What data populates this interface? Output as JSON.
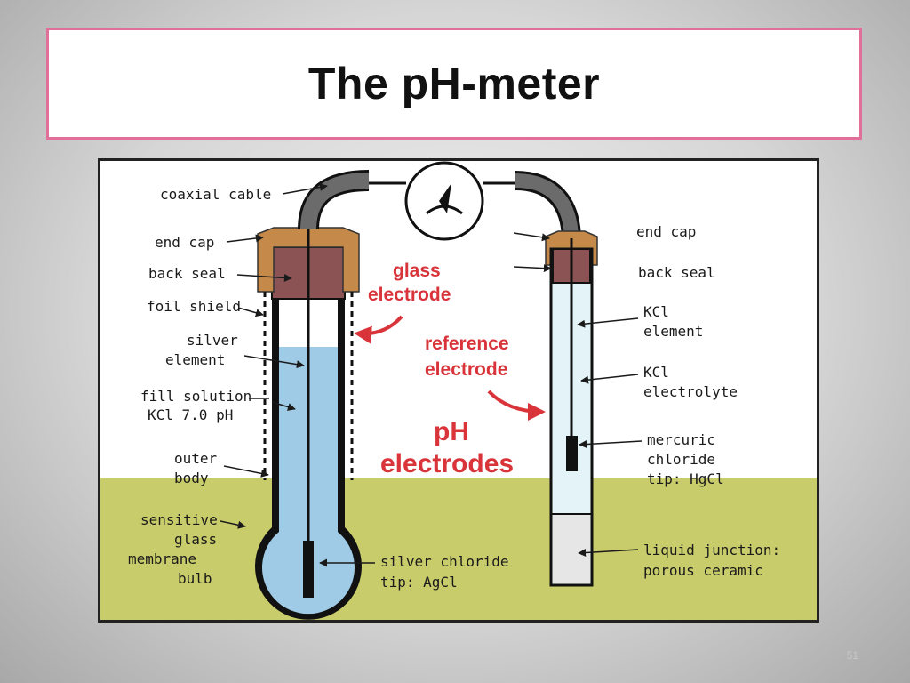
{
  "slide": {
    "title": "The pH-meter",
    "number": "51"
  },
  "colors": {
    "title_border": "#e0709a",
    "panel_border": "#222222",
    "upper_bg": "#ffffff",
    "ground": "#c9cc6a",
    "fill_solution": "#9fcbe6",
    "kcl_light": "#e3f3f8",
    "back_seal": "#8b5353",
    "end_cap": "#c58a4a",
    "cable": "#6b6b6b",
    "accent_red": "#d8343a"
  },
  "diagram": {
    "glass_labels": {
      "coaxial_cable": "coaxial cable",
      "end_cap": "end cap",
      "back_seal": "back seal",
      "foil_shield": "foil shield",
      "silver_1": "silver",
      "silver_2": "element",
      "fill_1": "fill solution",
      "fill_2": "KCl 7.0 pH",
      "outer_1": "outer",
      "outer_2": "body",
      "sensitive_1": "sensitive",
      "sensitive_2": "glass",
      "sensitive_3": "membrane",
      "sensitive_4": "bulb",
      "silver_chloride_1": "silver chloride",
      "silver_chloride_2": "tip: AgCl"
    },
    "ref_labels": {
      "end_cap": "end cap",
      "back_seal": "back seal",
      "kcl_element_1": "KCl",
      "kcl_element_2": "element",
      "kcl_electrolyte_1": "KCl",
      "kcl_electrolyte_2": "electrolyte",
      "mercuric_1": "mercuric",
      "mercuric_2": "chloride",
      "mercuric_3": "tip: HgCl",
      "liquid_1": "liquid junction:",
      "liquid_2": "porous ceramic"
    },
    "callouts": {
      "glass_1": "glass",
      "glass_2": "electrode",
      "reference_1": "reference",
      "reference_2": "electrode",
      "ph_1": "pH",
      "ph_2": "electrodes"
    }
  }
}
